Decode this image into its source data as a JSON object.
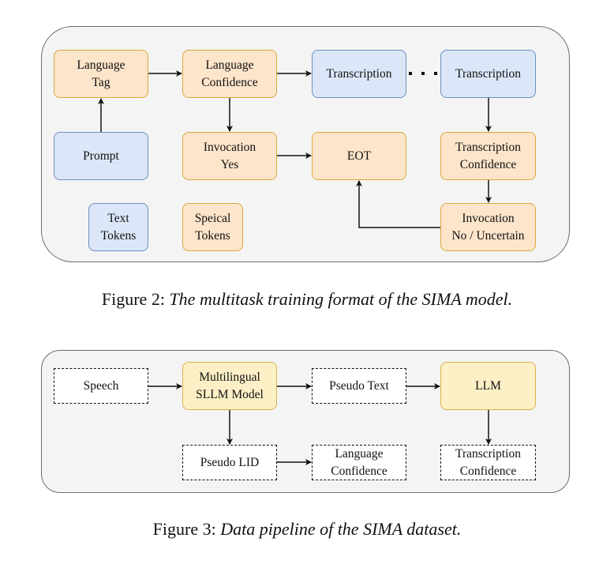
{
  "figure2": {
    "nodes": {
      "language_tag": [
        "Language",
        "Tag"
      ],
      "language_confidence": [
        "Language",
        "Confidence"
      ],
      "transcription_1": [
        "Transcription"
      ],
      "transcription_2": [
        "Transcription"
      ],
      "prompt": [
        "Prompt"
      ],
      "invocation_yes": [
        "Invocation",
        "Yes"
      ],
      "eot": [
        "EOT"
      ],
      "transcription_confidence": [
        "Transcription",
        "Confidence"
      ],
      "text_tokens": [
        "Text",
        "Tokens"
      ],
      "special_tokens": [
        "Speical",
        "Tokens"
      ],
      "invocation_no": [
        "Invocation",
        "No / Uncertain"
      ]
    },
    "colors": {
      "special_token": "#fde5cb",
      "text_token": "#dbe7f8"
    },
    "caption_prefix": "Figure 2:",
    "caption_text": "The multitask training format of the SIMA model."
  },
  "figure3": {
    "nodes": {
      "speech": [
        "Speech"
      ],
      "sllm": [
        "Multilingual",
        "SLLM Model"
      ],
      "pseudo_text": [
        "Pseudo Text"
      ],
      "llm": [
        "LLM"
      ],
      "pseudo_lid": [
        "Pseudo LID"
      ],
      "language_confidence": [
        "Language",
        "Confidence"
      ],
      "transcription_confidence": [
        "Transcription",
        "Confidence"
      ]
    },
    "colors": {
      "model": "#fdf0c6"
    },
    "caption_prefix": "Figure 3:",
    "caption_text": "Data pipeline of the SIMA dataset."
  }
}
